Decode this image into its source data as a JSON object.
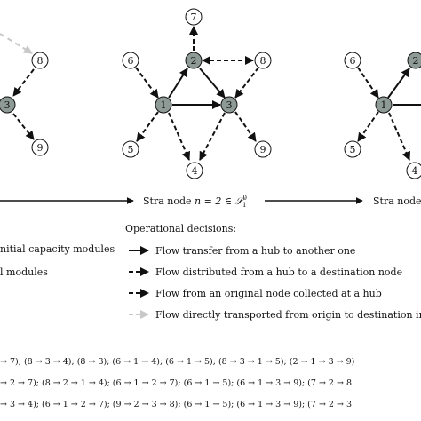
{
  "nodes": {
    "g1_n8": "8",
    "g1_n3": "3",
    "g1_n9": "9",
    "g2_n7": "7",
    "g2_n6": "6",
    "g2_n2": "2",
    "g2_n8": "8",
    "g2_n1": "1",
    "g2_n3": "3",
    "g2_n5": "5",
    "g2_n9": "9",
    "g2_n4": "4",
    "g3_n6": "6",
    "g3_n2": "2",
    "g3_n1": "1",
    "g3_n5": "5",
    "g3_n4": "4"
  },
  "captions": {
    "middle_prefix": "Stra node ",
    "middle_math": "n = 2 ∈ 𝒮",
    "middle_sub": "1",
    "middle_sup": "0",
    "right_prefix": "Stra node"
  },
  "legend": {
    "title": "Operational decisions:",
    "left_1": "nitial capacity modules",
    "left_2": "l modules",
    "items": [
      "Flow transfer from a hub to another one",
      "Flow distributed from a hub to a destination node",
      "Flow from an original node collected at a hub",
      "Flow directly transported from origin to destination in"
    ]
  },
  "routes": [
    "→ 7); (8 → 3 → 4); (8 → 3); (6 → 1 → 4); (6 → 1 → 5); (8 → 3 → 1 → 5); (2 → 1 → 3 → 9)",
    "→ 2 → 7); (8 → 2 → 1 → 4); (6 → 1 → 2 → 7); (6 → 1 → 5); (6 → 1 → 3 → 9); (7 → 2 → 8",
    "→ 3 → 4); (6 → 1 → 2 → 7); (9 → 2 → 3 → 8); (6 → 1 → 5); (6 → 1 → 3 → 9); (7 → 2 → 3"
  ],
  "colors": {
    "hub_fill": "#8e9a95",
    "node_fill": "#ffffff",
    "stroke": "#111111",
    "direct_flow": "#c8c8c8"
  }
}
